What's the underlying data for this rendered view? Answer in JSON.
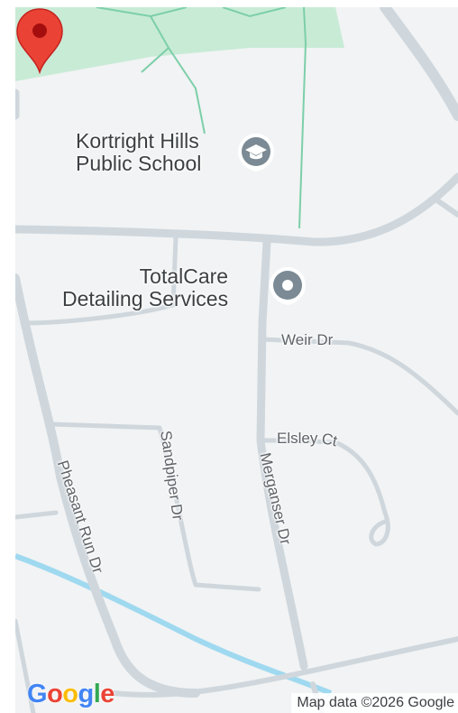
{
  "pois": {
    "school": {
      "line1": "Kortright Hills",
      "line2": "Public School",
      "icon": "graduation-cap-icon"
    },
    "business": {
      "line1": "TotalCare",
      "line2": "Detailing Services",
      "icon": "place-dot-icon"
    }
  },
  "streets": {
    "weir": "Weir Dr",
    "elsley": "Elsley",
    "elsley_suffix": "Ct",
    "merganser": "Merganser Dr",
    "sandpiper": "Sandpiper Dr",
    "pheasant": "Pheasant Run Dr"
  },
  "branding": {
    "logo_letters": [
      "G",
      "o",
      "o",
      "g",
      "l",
      "e"
    ],
    "logo_colors": [
      "#4285F4",
      "#EA4335",
      "#FBBC05",
      "#4285F4",
      "#34A853",
      "#EA4335"
    ]
  },
  "attribution": "Map data ©2026 Google",
  "colors": {
    "park": "#c8ebd6",
    "water": "#9fd9f0",
    "road": "#cfd7dd",
    "marker": "#ea4335"
  }
}
